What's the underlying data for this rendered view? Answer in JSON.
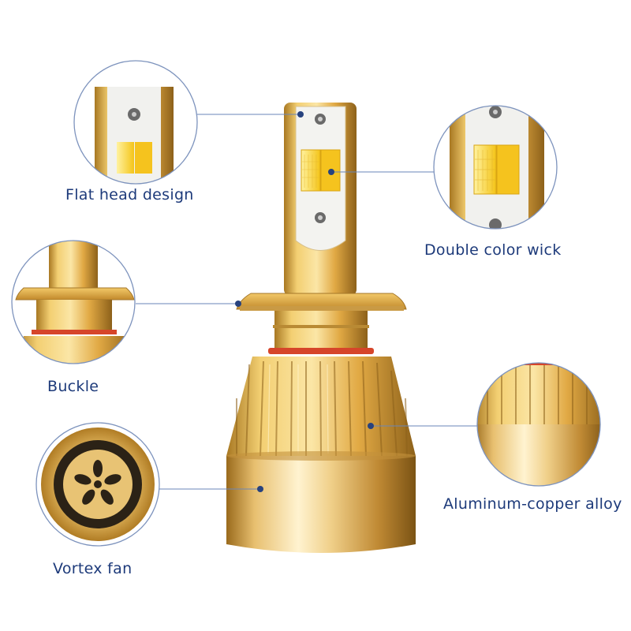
{
  "features": {
    "flat_head": {
      "label": "Flat head design",
      "icon": "flat-head-closeup"
    },
    "double_color": {
      "label": "Double color wick",
      "icon": "led-chip-closeup"
    },
    "buckle": {
      "label": "Buckle",
      "icon": "mounting-buckle-closeup"
    },
    "alloy": {
      "label": "Aluminum-copper alloy",
      "icon": "heatsink-fins-closeup"
    },
    "vortex_fan": {
      "label": "Vortex fan",
      "icon": "fan-closeup"
    }
  },
  "colors": {
    "label_text": "#1d3a7a",
    "callout_line": "#6a86b8",
    "callout_dot": "#27427e",
    "gold_light": "#f8d98a",
    "gold_mid": "#e4b04a",
    "gold_dark": "#a87822",
    "red_seal": "#d6452a",
    "chip_yellow": "#f6dc2a"
  }
}
